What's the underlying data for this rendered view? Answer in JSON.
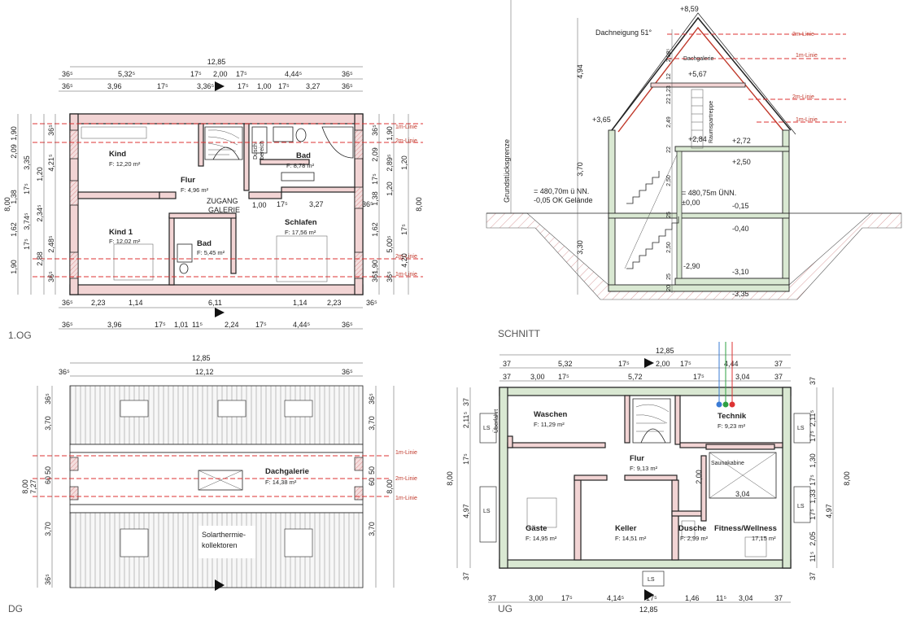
{
  "titles": {
    "og": "1.OG",
    "schnitt": "SCHNITT",
    "dg": "DG",
    "ug": "UG"
  },
  "og": {
    "top_total": "12,85",
    "top_row1": [
      "36⁵",
      "5,32⁵",
      "17⁵",
      "2,00",
      "17⁵",
      "4,44⁵",
      "36⁵"
    ],
    "top_row2": [
      "36⁵",
      "3,96",
      "17⁵",
      "3,36⁵",
      "17⁵",
      "1,00",
      "17⁵",
      "3,27",
      "36⁵"
    ],
    "bottom_row1": [
      "36⁵",
      "2,23",
      "1,14",
      "6,11",
      "1,14",
      "2,23",
      "36⁵"
    ],
    "bottom_row2": [
      "36⁵",
      "3,96",
      "17⁵",
      "1,01",
      "11⁵",
      "2,24",
      "17⁵",
      "4,44⁵",
      "36⁵"
    ],
    "left_total": "8,00",
    "left_dims": [
      "1,90",
      "2,09",
      "1,38",
      "1,62",
      "1,90"
    ],
    "left_dims2": [
      "36⁵",
      "3,35",
      "1,20",
      "17⁵",
      "2,34⁵",
      "17⁵",
      "3,74⁵",
      "2,88",
      "36⁵"
    ],
    "left_dims3": [
      "4,21⁵",
      "2,48⁵"
    ],
    "right_total": "8,00",
    "right_dims": [
      "1,90",
      "2,09",
      "1,38",
      "1,62",
      "1,90"
    ],
    "right_dims2": [
      "36⁵",
      "2,89⁵",
      "1,20",
      "17⁵",
      "5,00⁵",
      "4,20",
      "36⁵"
    ],
    "right_dims3": [
      "17⁵",
      "1,20",
      "36⁵"
    ],
    "lines": [
      "1m-Linie",
      "2m-Linie",
      "2m-Linie",
      "1m-Linie"
    ],
    "rooms": [
      {
        "name": "Kind",
        "area": "F: 12,20 m²"
      },
      {
        "name": "Flur",
        "area": "F: 4,96 m²"
      },
      {
        "name": "Bad",
        "area": "F: 8,78 m²"
      },
      {
        "name": "Kind 1",
        "area": "F: 12,02 m²"
      },
      {
        "name": "Bad",
        "area": "F: 5,45 m²"
      },
      {
        "name": "Schlafen",
        "area": "F: 17,56 m²"
      }
    ],
    "zugang": [
      "ZUGANG",
      "GALERIE"
    ],
    "dusch": [
      "Dusch-",
      "bereich"
    ],
    "inner_dims": [
      "1,00",
      "17⁵",
      "3,27",
      "36⁵"
    ]
  },
  "schnitt": {
    "elev": [
      "+8,59",
      "+5,67",
      "+3,65",
      "+2,84",
      "+2,72",
      "+2,50",
      "±0,00",
      "-0,15",
      "-0,40",
      "-2,90",
      "-3,10",
      "-3,35"
    ],
    "dachneigung": "Dachneigung 51°",
    "dachgalerie": "Dachgalerie",
    "raumspartreppe": "Raumspartreppe",
    "nn1": "= 480,70m ü NN.",
    "nn2": "-0,05 OK Gelände",
    "nn3": "= 480,75m ÜNN.",
    "grenze": "Grundstücksgrenze",
    "left_dims": [
      "4,94",
      "3,70",
      "3,30"
    ],
    "inner_dims": [
      "2,98⁵",
      "12",
      "1,23",
      "22",
      "2,49",
      "22",
      "2,50",
      "25",
      "2,50",
      "25",
      "20"
    ],
    "lines": [
      "2m-Linie",
      "1m-Linie",
      "2m-Linie",
      "1m-Linie"
    ]
  },
  "dg": {
    "top_total": "12,85",
    "top_row": [
      "36⁵",
      "12,12",
      "36⁵"
    ],
    "left_total": "8,00",
    "left_dims": [
      "36⁵",
      "3,70",
      "50",
      "60",
      "7,27",
      "3,70",
      "36⁵"
    ],
    "right_dims": [
      "36⁵",
      "3,70",
      "50",
      "60",
      "3,70"
    ],
    "right_total": "8,00",
    "room": {
      "name": "Dachgalerie",
      "area": "F:       14,38 m²"
    },
    "solar": [
      "Solarthermie-",
      "kollektoren"
    ],
    "lines": [
      "1m-Linie",
      "2m-Linie",
      "1m-Linie"
    ]
  },
  "ug": {
    "top_total": "12,85",
    "top_row1": [
      "37",
      "5,32",
      "17⁵",
      "2,00",
      "17⁵",
      "4,44",
      "37"
    ],
    "top_row2": [
      "37",
      "3,00",
      "17⁵",
      "5,72",
      "17⁵",
      "3,04",
      "37"
    ],
    "bottom_row": [
      "37",
      "3,00",
      "17⁵",
      "4,14⁵",
      "17⁵",
      "1,46",
      "11⁵",
      "3,04",
      "37"
    ],
    "bottom_total": "12,85",
    "left_dims": [
      "37",
      "2,11⁵",
      "17⁵",
      "4,97",
      "37"
    ],
    "left_total": "8,00",
    "right_dims": [
      "37",
      "2,11⁵",
      "17⁵",
      "1,30",
      "17⁵",
      "1,33",
      "17⁵",
      "2,05",
      "11⁵",
      "4,97",
      "37"
    ],
    "right_total": "8,00",
    "rooms": [
      {
        "name": "Waschen",
        "area": "F:  11,29 m²"
      },
      {
        "name": "Technik",
        "area": "F: 9,23 m²"
      },
      {
        "name": "Flur",
        "area": "F: 9,13 m²"
      },
      {
        "name": "Saunakabine",
        "area": ""
      },
      {
        "name": "Gäste",
        "area": "F: 14,95 m²"
      },
      {
        "name": "Keller",
        "area": "F: 14,51 m²"
      },
      {
        "name": "Dusche",
        "area": "F: 2,99 m²"
      },
      {
        "name": "Fitness/Wellness",
        "area": "17,15 m²"
      }
    ],
    "ls": "LS",
    "ueberfahrt": "Überfahrt",
    "inner": [
      "2,00",
      "3,04"
    ]
  }
}
